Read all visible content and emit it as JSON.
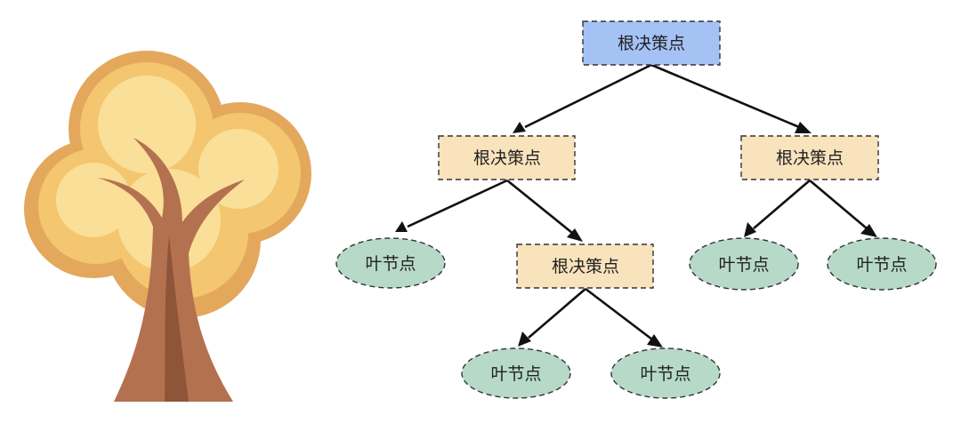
{
  "nodes": {
    "root": {
      "label": "根决策点",
      "kind": "root-decision"
    },
    "decision_left": {
      "label": "根决策点",
      "kind": "decision"
    },
    "decision_right": {
      "label": "根决策点",
      "kind": "decision"
    },
    "decision_mid": {
      "label": "根决策点",
      "kind": "decision"
    },
    "leaf_1": {
      "label": "叶节点",
      "kind": "leaf"
    },
    "leaf_2": {
      "label": "叶节点",
      "kind": "leaf"
    },
    "leaf_3": {
      "label": "叶节点",
      "kind": "leaf"
    },
    "leaf_4": {
      "label": "叶节点",
      "kind": "leaf"
    },
    "leaf_5": {
      "label": "叶节点",
      "kind": "leaf"
    }
  },
  "edges": [
    [
      "root",
      "decision_left"
    ],
    [
      "root",
      "decision_right"
    ],
    [
      "decision_left",
      "leaf_1"
    ],
    [
      "decision_left",
      "decision_mid"
    ],
    [
      "decision_mid",
      "leaf_2"
    ],
    [
      "decision_mid",
      "leaf_3"
    ],
    [
      "decision_right",
      "leaf_4"
    ],
    [
      "decision_right",
      "leaf_5"
    ]
  ],
  "colors": {
    "root_fill": "#a4c2f4",
    "decision_fill": "#f8e3bd",
    "leaf_fill": "#b7d9c8",
    "border": "#333333",
    "edge": "#111111",
    "tree_foliage_dark": "#e3a85c",
    "tree_foliage_mid": "#f3c66f",
    "tree_foliage_light": "#f9df98",
    "tree_trunk": "#b47150",
    "tree_trunk_dark": "#8f5538"
  },
  "illustration": {
    "icon": "tree-icon"
  }
}
